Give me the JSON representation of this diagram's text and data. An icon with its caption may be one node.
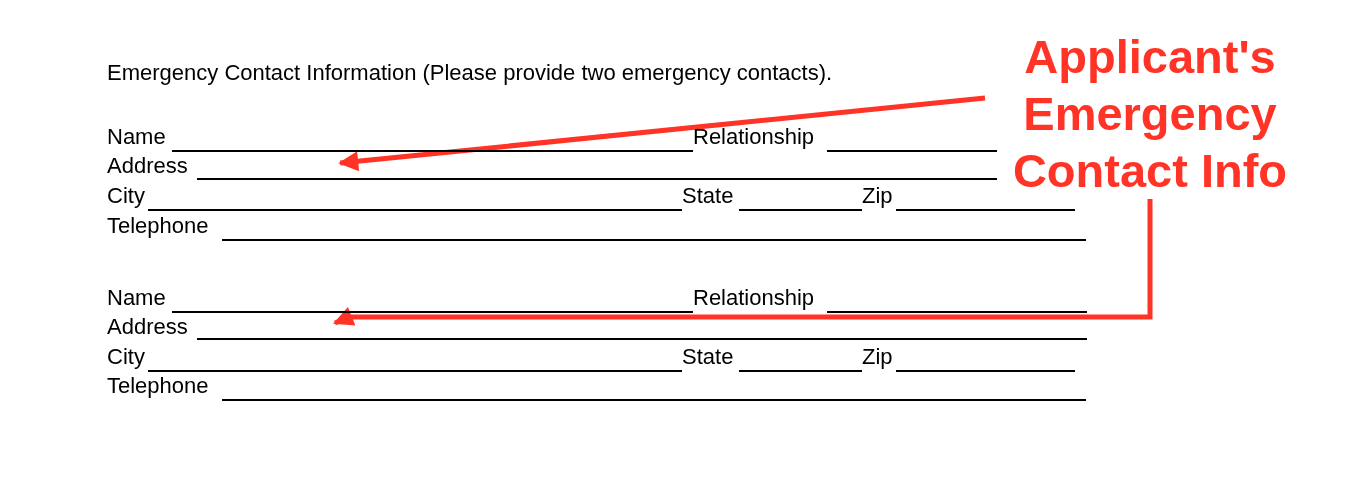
{
  "diagram": {
    "nodes": [
      {
        "text": [
          "Applicant's Emergency Contact Info"
        ]
      },
      {
        "text": [],
        "shape": "line"
      },
      {
        "text": [],
        "shape": "line"
      }
    ],
    "edges": [
      {
        "from": 0,
        "to": 1,
        "arrow": "to",
        "color": "#ff3326"
      },
      {
        "from": 0,
        "to": 2,
        "arrow": "to",
        "color": "#ff3326"
      }
    ],
    "labels": [
      "Emergency Contact Information (Please provide two emergency contacts).",
      "Name",
      "Relationship",
      "Address",
      "City",
      "State",
      "Zip",
      "Telephone",
      "Name",
      "Relationship",
      "Address",
      "City",
      "State",
      "Zip",
      "Telephone"
    ]
  }
}
